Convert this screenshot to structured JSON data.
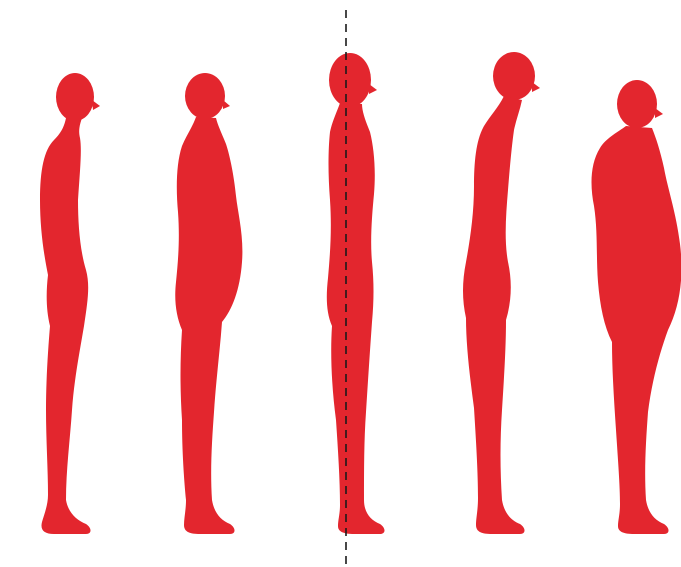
{
  "diagram": {
    "figure_color": "#e3262e",
    "plumb_line_color": "#1a1a1a",
    "background_color": "#ffffff",
    "figures": [
      {
        "id": "posture-1"
      },
      {
        "id": "posture-2"
      },
      {
        "id": "posture-3"
      },
      {
        "id": "posture-4"
      },
      {
        "id": "posture-5"
      }
    ],
    "plumb_line": {
      "style": "dashed",
      "aligned_with": "posture-3"
    }
  }
}
